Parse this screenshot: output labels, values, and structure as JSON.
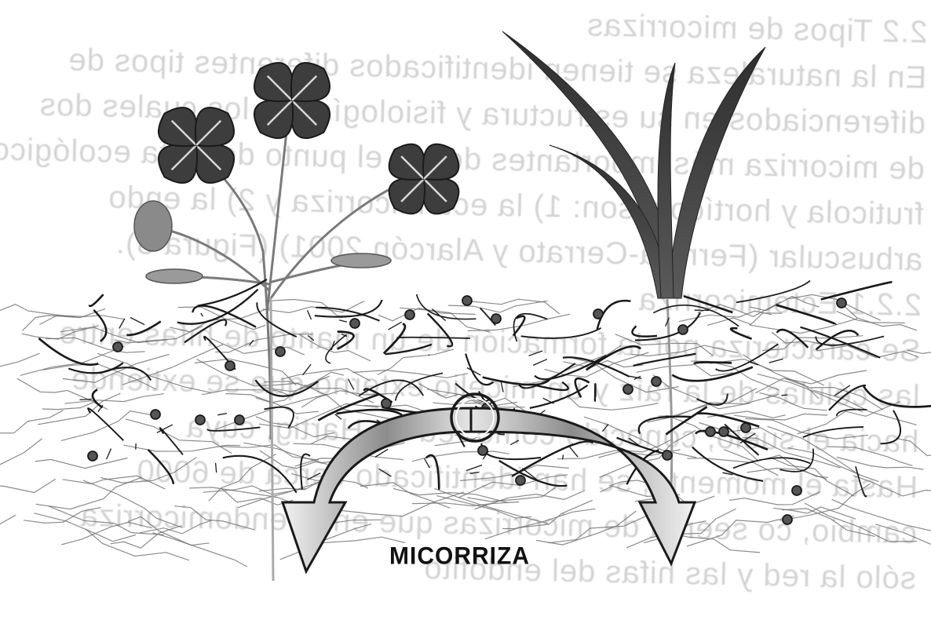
{
  "diagram": {
    "label": "MICORRIZA",
    "ink_color": "#1a1a1a",
    "leaf_color": "#3d3d3d",
    "root_color": "#6e6e6e",
    "page_color": "#ffffff"
  },
  "bleed_through": {
    "lines": [
      "2.2 Tipos de micorrizas",
      "En la naturaleza se tienen identificados diferentes tipos de",
      "diferenciados en su estructura y fisiología, de los cuales dos",
      "de micorriza más importantes desde el punto de vista ecológico,",
      "fruticola y hortícola son: 1) la ectomicorriza y 2) la endo",
      "arbuscular (Ferrera-Cerrato y Alarcón 2001) (Figura 3).",
      "2.2.1 Ectomicorriza",
      "Se caracteriza por la formación de un manto de hifas entre",
      "las células de la raíz y un micelio externo que se extiende",
      "hacia el suelo, conocido como red de Hartig, cuya",
      "Hasta el momento, se han identificado cerca de 6000",
      "cambio, co seerca de micorrizas que en la endomicorriza",
      "sólo la red y las hifas del endófito"
    ]
  }
}
